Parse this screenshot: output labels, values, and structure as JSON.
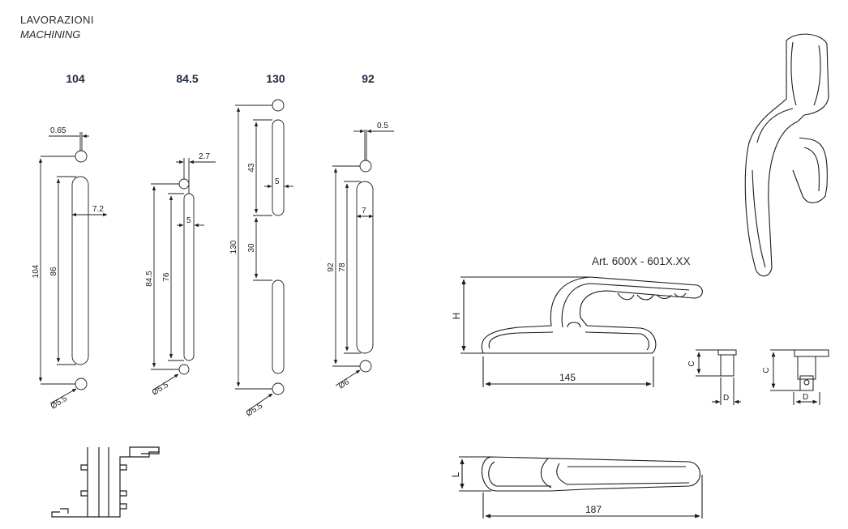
{
  "header": {
    "title": "LAVORAZIONI",
    "subtitle": "MACHINING"
  },
  "columns": [
    {
      "title": "104",
      "offset": "0.65",
      "width": "7.2",
      "total": "104",
      "slot": "86",
      "hole": "Ø5.5"
    },
    {
      "title": "84.5",
      "offset": "2.7",
      "width": "5",
      "total": "84.5",
      "slot": "76",
      "hole": "Ø5.5"
    },
    {
      "title": "130",
      "width": "5",
      "total": "130",
      "slot_top": "43",
      "gap": "30",
      "hole": "Ø5.5"
    },
    {
      "title": "92",
      "offset": "0.5",
      "width": "7",
      "total": "92",
      "slot": "78",
      "hole": "Ø6"
    }
  ],
  "article": "Art. 600X - 601X.XX",
  "dims": {
    "H": "H",
    "length_side": "145",
    "L": "L",
    "length_top": "187",
    "C": "C",
    "D": "D"
  }
}
